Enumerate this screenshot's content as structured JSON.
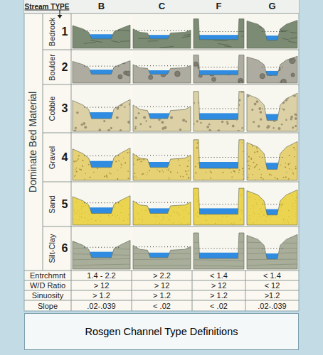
{
  "diagram": {
    "caption": "Rosgen Channel Type Definitions",
    "labels": [
      "Stream TYPE",
      "B",
      "C",
      "F",
      "G",
      "Dominate Bed Material",
      "Bedrock",
      "1",
      "Boulder",
      "2",
      "Cobble",
      "3",
      "Gravel",
      "4",
      "Sand",
      "5",
      "Silt-Clay",
      "6",
      "Entrchmnt",
      "1.4 - 2.2",
      "> 2.2",
      "< 1.4",
      "< 1.4",
      "W/D Ratio",
      "> 12",
      "> 12",
      "> 12",
      "< 12",
      "Sinuosity",
      "> 1.2",
      "> 1.2",
      "> 1.2",
      ">1.2",
      "Slope",
      ".02-.039",
      "< .02",
      "< .02",
      ".02-.039"
    ]
  }
}
